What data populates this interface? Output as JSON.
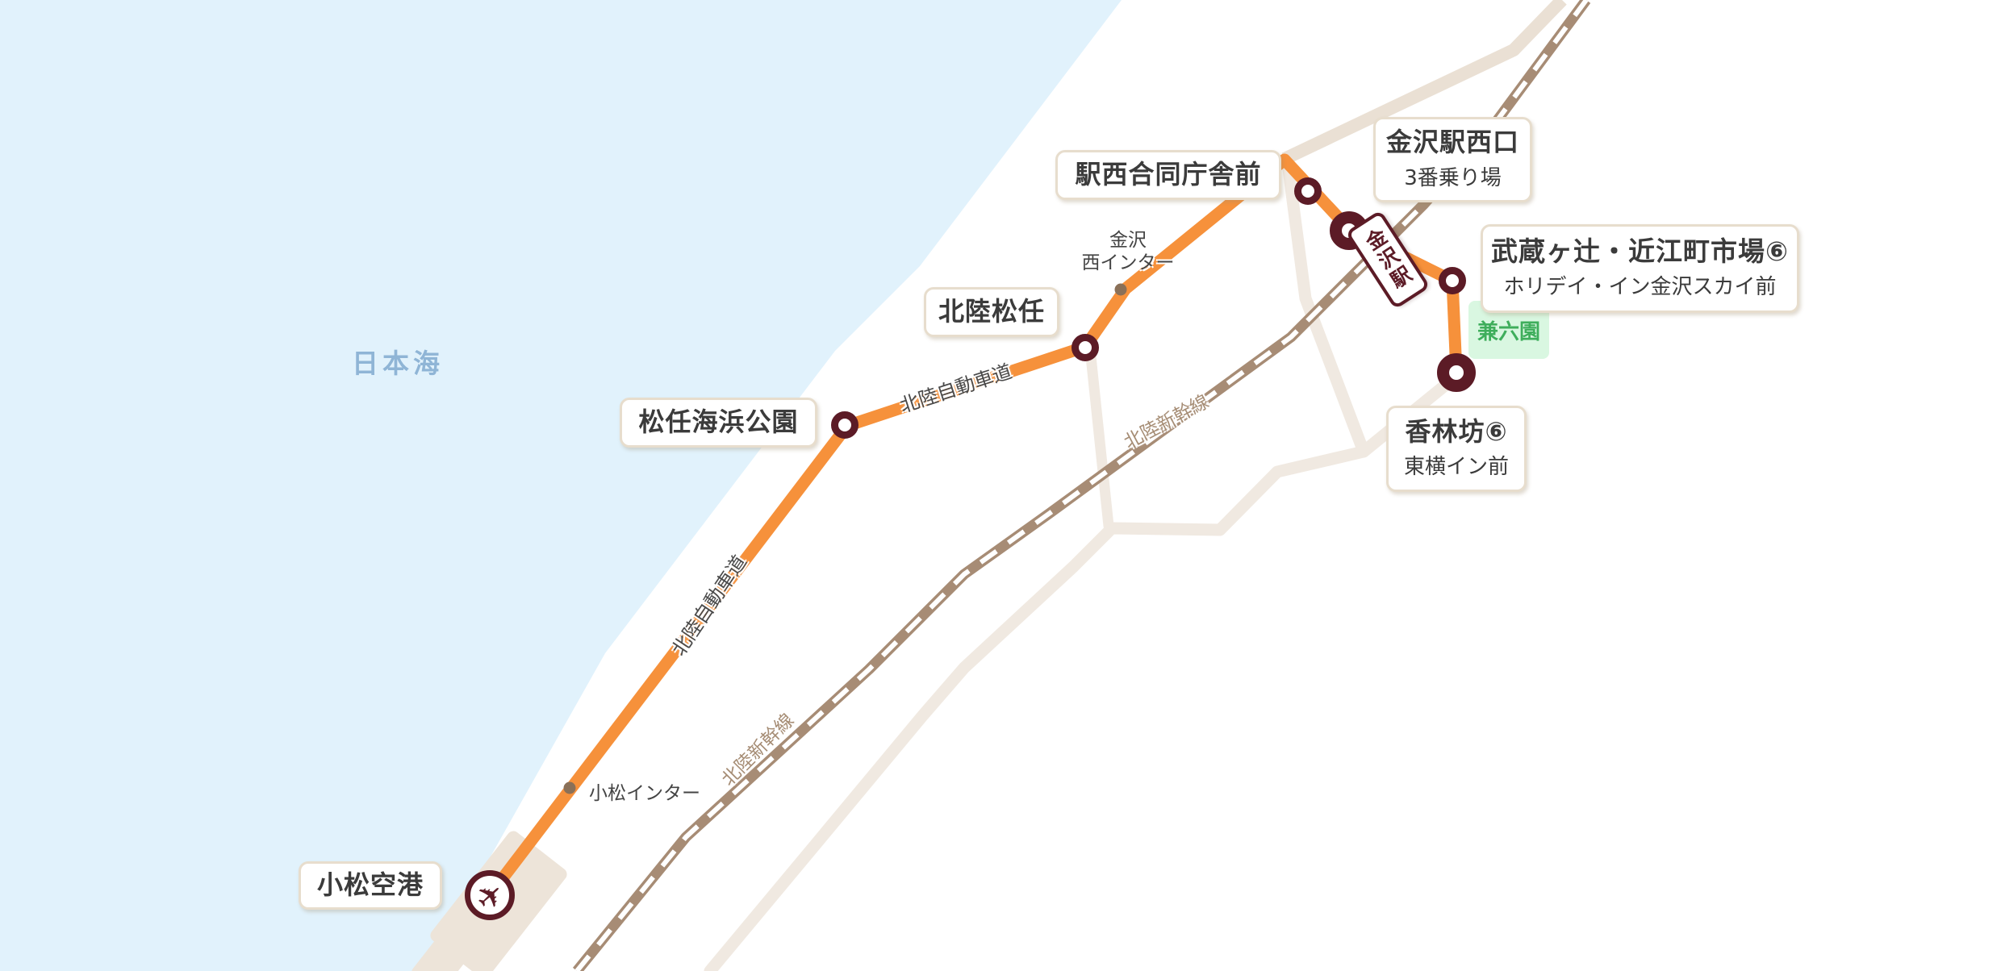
{
  "map": {
    "sea_label": "日本海",
    "station_label": "金沢駅",
    "park_label": "兼六園",
    "road_labels": {
      "expressway": "北陸自動車道",
      "shinkansen": "北陸新幹線"
    },
    "interchanges": {
      "komatsu": "小松インター",
      "kanazawa_west_line1": "金沢",
      "kanazawa_west_line2": "西インター"
    },
    "icons": {
      "airplane": "✈"
    },
    "stops": [
      {
        "id": "komatsu-airport",
        "name": "小松空港",
        "marker": "airport"
      },
      {
        "id": "matto-seaside-park",
        "name": "松任海浜公園",
        "marker": "small"
      },
      {
        "id": "hokuriku-matto",
        "name": "北陸松任",
        "marker": "small"
      },
      {
        "id": "ekinishi-godochosha-mae",
        "name": "駅西合同庁舎前",
        "marker": "small"
      },
      {
        "id": "kanazawa-station-west",
        "name": "金沢駅西口",
        "subtitle": "3番乗り場",
        "marker": "large"
      },
      {
        "id": "musashigatsuji-omicho",
        "name": "武蔵ヶ辻・近江町市場⑥",
        "subtitle": "ホリデイ・イン金沢スカイ前",
        "marker": "small"
      },
      {
        "id": "korinbo",
        "name": "香林坊⑥",
        "subtitle": "東横イン前",
        "marker": "large"
      }
    ],
    "colors": {
      "route_orange": "#F6913B",
      "stop_ring_maroon": "#5C1B26",
      "sea_fill": "#E1F2FC",
      "sea_text": "#8FB5D6",
      "land_fill": "#FFFFFF",
      "road_fill": "#F0E9E1",
      "road_fill_dark": "#EAE0D4",
      "railway_brown": "#A78C75",
      "label_border": "#E7DDCD",
      "label_text": "#3B3B3B",
      "park_fill": "#D9F7E1",
      "park_text": "#3FAE5C",
      "interchange_dot": "#8A7058"
    }
  }
}
